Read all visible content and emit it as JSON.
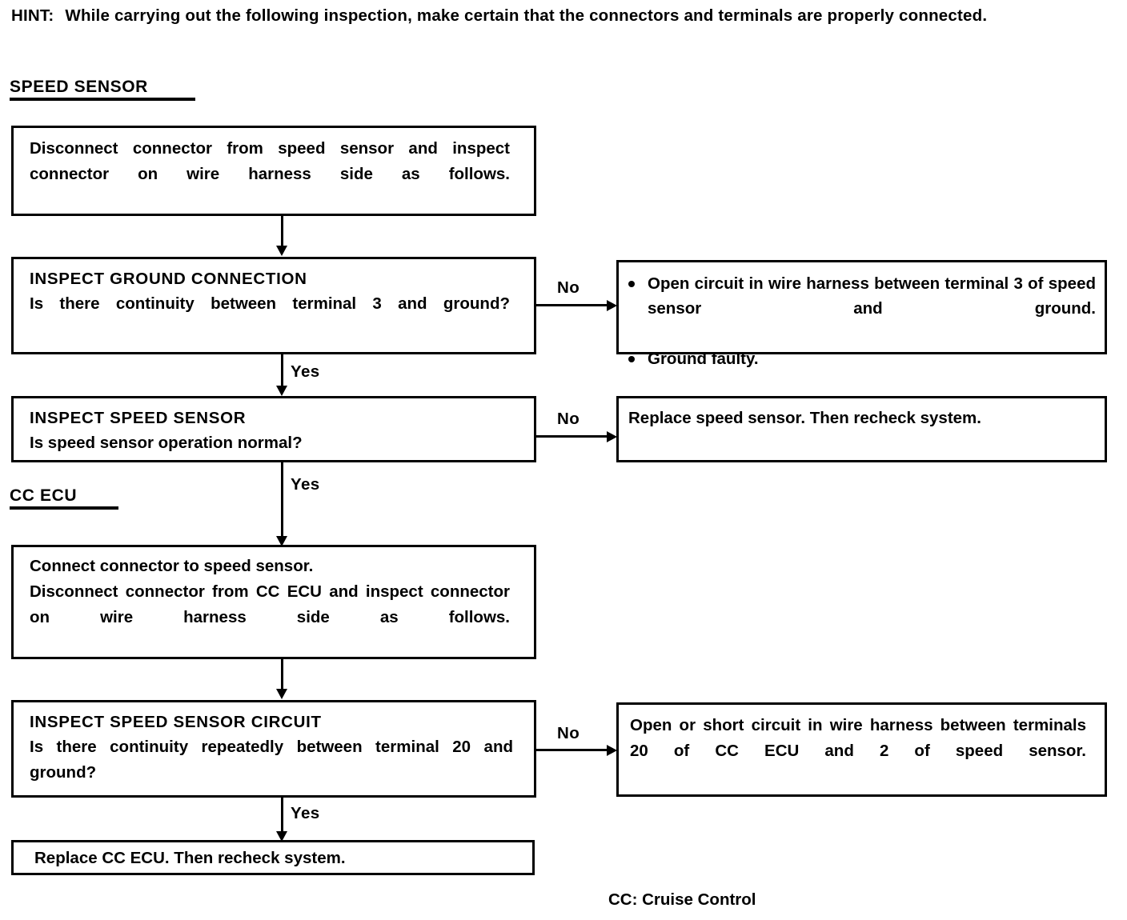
{
  "hint": {
    "label": "HINT:",
    "text": "While carrying out the following inspection, make certain that the connectors and terminals are properly connected."
  },
  "sections": [
    {
      "id": "speed-sensor",
      "title": "SPEED SENSOR"
    },
    {
      "id": "cc-ecu",
      "title": "CC ECU"
    }
  ],
  "boxes": {
    "disconnect_speed_sensor": {
      "text": "Disconnect connector from speed sensor and inspect connector on wire harness side as follows."
    },
    "inspect_ground_connection": {
      "title": "INSPECT GROUND CONNECTION",
      "question": "Is there continuity between terminal 3 and ground?"
    },
    "ground_fault_result": {
      "bullets": [
        "Open circuit in wire harness between terminal 3 of speed sensor and ground.",
        "Ground faulty."
      ]
    },
    "inspect_speed_sensor": {
      "title": "INSPECT SPEED SENSOR",
      "question": "Is speed sensor operation normal?"
    },
    "replace_speed_sensor_result": {
      "text": "Replace speed sensor. Then recheck system."
    },
    "connect_disconnect_cc_ecu": {
      "line1": "Connect connector to speed sensor.",
      "line2": "Disconnect connector from CC ECU and inspect connector on wire harness side as follows."
    },
    "inspect_speed_sensor_circuit": {
      "title": "INSPECT SPEED SENSOR CIRCUIT",
      "question": "Is there continuity repeatedly between terminal 20 and ground?"
    },
    "open_short_circuit_result": {
      "text": "Open or short circuit in wire harness between terminals 20 of CC ECU and 2 of speed sensor."
    },
    "replace_cc_ecu_result": {
      "text": "Replace CC ECU. Then recheck system."
    }
  },
  "edge_labels": {
    "no_1": "No",
    "no_2": "No",
    "no_3": "No",
    "yes_1": "Yes",
    "yes_2": "Yes",
    "yes_3": "Yes"
  },
  "footnote": "CC: Cruise Control",
  "colors": {
    "ink": "#000000",
    "paper": "#ffffff"
  }
}
